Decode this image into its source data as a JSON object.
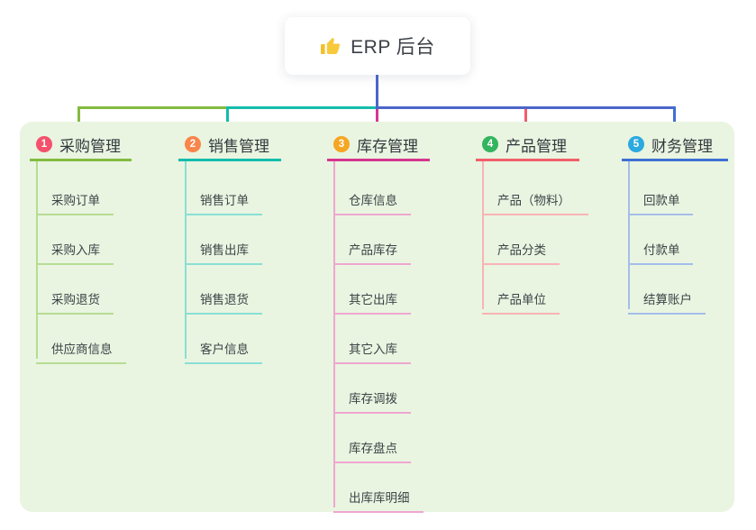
{
  "root": {
    "label": "ERP 后台",
    "icon": "thumbs-up"
  },
  "branches": [
    {
      "index": "1",
      "label": "采购管理",
      "children": [
        "采购订单",
        "采购入库",
        "采购退货",
        "供应商信息"
      ]
    },
    {
      "index": "2",
      "label": "销售管理",
      "children": [
        "销售订单",
        "销售出库",
        "销售退货",
        "客户信息"
      ]
    },
    {
      "index": "3",
      "label": "库存管理",
      "children": [
        "仓库信息",
        "产品库存",
        "其它出库",
        "其它入库",
        "库存调拨",
        "库存盘点",
        "出库库明细"
      ]
    },
    {
      "index": "4",
      "label": "产品管理",
      "children": [
        "产品（物料）",
        "产品分类",
        "产品单位"
      ]
    },
    {
      "index": "5",
      "label": "财务管理",
      "children": [
        "回款单",
        "付款单",
        "结算账户"
      ]
    }
  ],
  "colors": {
    "bus_line": "#4b66c8",
    "panel_background": "#e9f5e1",
    "branch_1": "#83bb40",
    "branch_1_light": "#b7dc93",
    "badge_1": "#f4516c",
    "branch_2": "#14bcab",
    "branch_2_light": "#8adfd5",
    "badge_2": "#f9854a",
    "branch_3": "#d6368f",
    "branch_3_light": "#efa6d0",
    "badge_3": "#f5a623",
    "branch_4": "#f25f6a",
    "branch_4_light": "#f8b3b6",
    "badge_4": "#33b45e",
    "branch_5": "#3e70d2",
    "branch_5_light": "#a5bde9",
    "badge_5": "#2ba9e0"
  }
}
